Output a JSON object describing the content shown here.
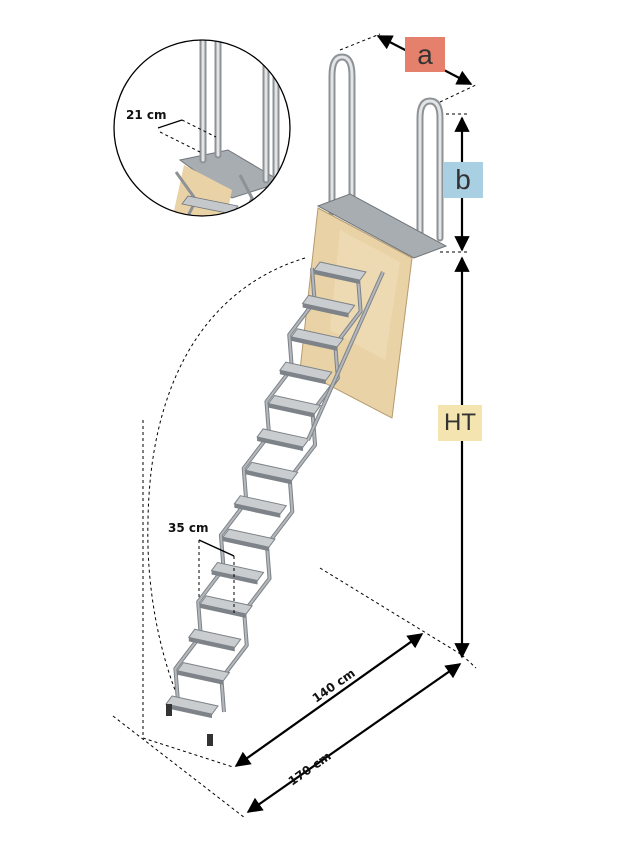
{
  "labels": {
    "a": "a",
    "b": "b",
    "ht": "HT"
  },
  "dimensions": {
    "detail_width": "21 cm",
    "step_depth": "35 cm",
    "folded_length": "140 cm",
    "open_length": "170 cm"
  },
  "colors": {
    "a_box": "#e4806b",
    "b_box": "#a9cfe3",
    "ht_box": "#f3e4b0",
    "metal": "#b4b8bc",
    "metal_dark": "#7d8388",
    "wood": "#e8d2a6",
    "plate": "#a8adb1"
  }
}
